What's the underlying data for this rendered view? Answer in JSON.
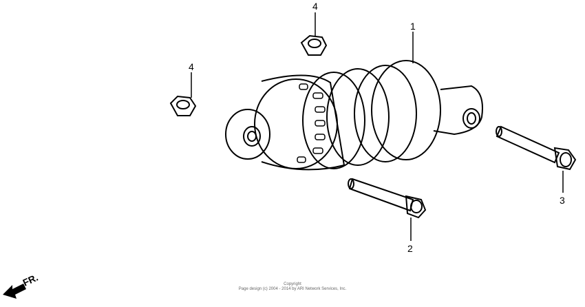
{
  "diagram": {
    "callouts": [
      {
        "number": "1",
        "part": "shock-absorber"
      },
      {
        "number": "2",
        "part": "bolt-short"
      },
      {
        "number": "3",
        "part": "bolt-long"
      },
      {
        "number": "4",
        "part": "nut-upper"
      },
      {
        "number": "4",
        "part": "nut-left"
      }
    ],
    "direction_marker": "FR."
  },
  "footer": {
    "line1": "Copyright",
    "line2": "Page design (c) 2004 - 2014 by ARI Network Services, Inc."
  }
}
